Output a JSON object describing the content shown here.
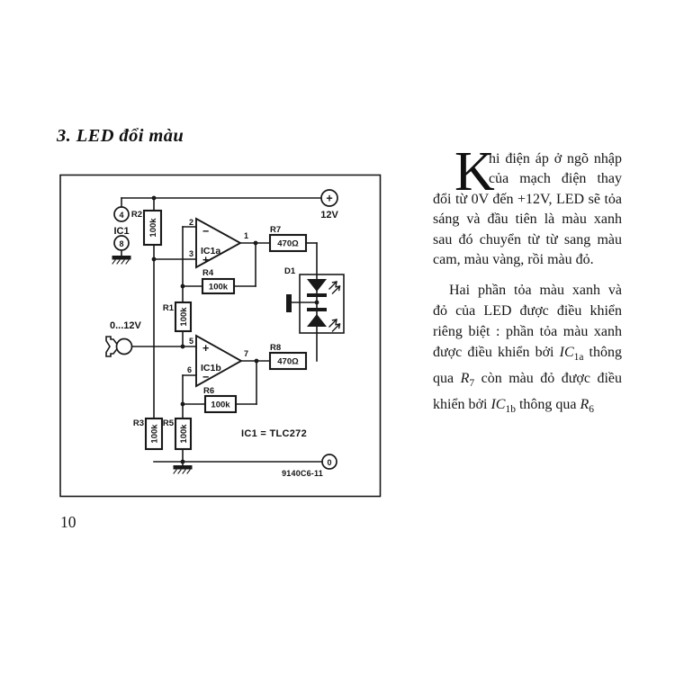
{
  "page": {
    "title": "3. LED đổi màu",
    "page_number": "10"
  },
  "colors": {
    "ink": "#191919",
    "paper": "#ffffff"
  },
  "article": {
    "dropcap": "K",
    "para1_lines": [
      [
        {
          "t": "hi điện áp ở ngõ nhập"
        }
      ],
      [
        {
          "t": "của mạch điện thay"
        }
      ],
      [
        {
          "t": "đổi từ 0V đến +12V, LED sẽ tỏa"
        }
      ],
      [
        {
          "t": "sáng và đầu tiên là màu xanh"
        }
      ],
      [
        {
          "t": "sau đó chuyển từ từ sang màu"
        }
      ],
      [
        {
          "t": "cam, màu vàng, rồi màu đỏ."
        }
      ]
    ],
    "para2_lines": [
      [
        {
          "t": "Hai phần tỏa màu xanh và"
        }
      ],
      [
        {
          "t": "đỏ của LED được điều khiển"
        }
      ],
      [
        {
          "t": "riêng biệt : phần tỏa màu xanh"
        }
      ],
      [
        {
          "t": "được điều khiển bởi "
        },
        {
          "t": "IC",
          "s": "i"
        },
        {
          "t": "1a",
          "s": "sub"
        },
        {
          "t": " thông"
        }
      ],
      [
        {
          "t": "qua "
        },
        {
          "t": "R",
          "s": "i"
        },
        {
          "t": "7",
          "s": "sub"
        },
        {
          "t": " còn màu đỏ được điều"
        }
      ],
      [
        {
          "t": "khiển bởi "
        },
        {
          "t": "IC",
          "s": "i"
        },
        {
          "t": "1b",
          "s": "sub"
        },
        {
          "t": " thông qua "
        },
        {
          "t": "R",
          "s": "i"
        },
        {
          "t": "6",
          "s": "sub"
        }
      ]
    ]
  },
  "schematic": {
    "figure_ref": "9140C6-11",
    "ic_note": "IC1 = TLC272",
    "input_label": "0...12V",
    "supply_plus": "+",
    "supply_voltage": "12V",
    "supply_zero": "0",
    "ic": {
      "label": "IC1",
      "pin_top": "4",
      "pin_bottom": "8"
    },
    "opamp_a": {
      "label": "IC1a",
      "pin_inv": "2",
      "pin_non": "3",
      "pin_out": "1",
      "minus": "−",
      "plus": "+"
    },
    "opamp_b": {
      "label": "IC1b",
      "pin_non": "5",
      "pin_inv": "6",
      "pin_out": "7",
      "minus": "−",
      "plus": "+"
    },
    "resistors": {
      "r1": {
        "ref": "R1",
        "value": "100k"
      },
      "r2": {
        "ref": "R2",
        "value": "100k"
      },
      "r3": {
        "ref": "R3",
        "value": "100k"
      },
      "r4": {
        "ref": "R4",
        "value": "100k"
      },
      "r5": {
        "ref": "R5",
        "value": "100k"
      },
      "r6": {
        "ref": "R6",
        "value": "100k"
      },
      "r7": {
        "ref": "R7",
        "value": "470Ω"
      },
      "r8": {
        "ref": "R8",
        "value": "470Ω"
      }
    },
    "diode": {
      "ref": "D1"
    }
  }
}
